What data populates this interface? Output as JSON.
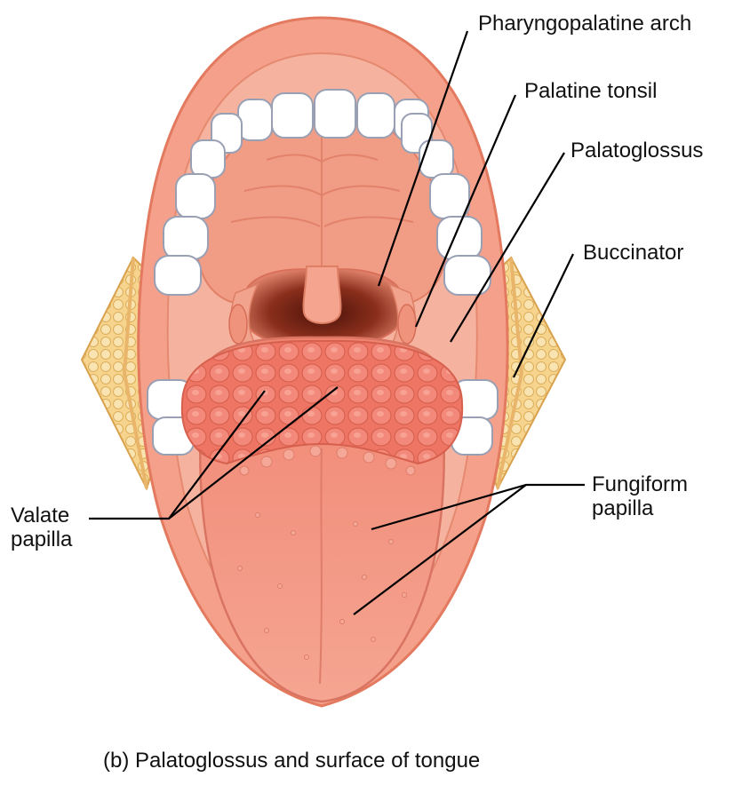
{
  "labels": {
    "pharyngopalatine_arch": "Pharyngopalatine arch",
    "palatine_tonsil": "Palatine tonsil",
    "palatoglossus": "Palatoglossus",
    "buccinator": "Buccinator",
    "fungiform_line1": "Fungiform",
    "fungiform_line2": "papilla",
    "valate_line1": "Valate",
    "valate_line2": "papilla"
  },
  "caption": "(b) Palatoglossus and surface of tongue",
  "colors": {
    "lip": "#f4a08a",
    "lip_outline": "#e37a5f",
    "cavity": "#f5b09c",
    "palate": "#f09a83",
    "throat_dark": "#7a2418",
    "tongue": "#f28c78",
    "tongue_back": "#ee7866",
    "teeth": "#ffffff",
    "teeth_outline": "#9aa0b4",
    "fat": "#f4cb7c",
    "leader": "#000000"
  }
}
